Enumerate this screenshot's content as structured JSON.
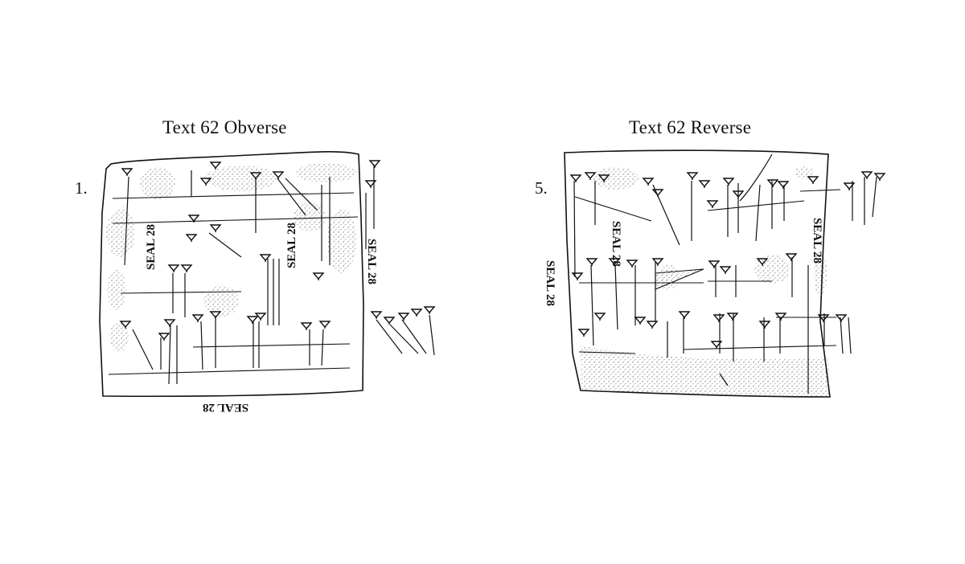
{
  "obverse": {
    "title": "Text 62 Obverse",
    "line_number": "1.",
    "seal_labels": [
      "SEAL 28",
      "SEAL 28",
      "SEAL 28",
      "SEAL 28"
    ]
  },
  "reverse": {
    "title": "Text 62 Reverse",
    "line_number": "5.",
    "seal_labels": [
      "SEAL 28",
      "SEAL 28",
      "SEAL 28"
    ]
  }
}
